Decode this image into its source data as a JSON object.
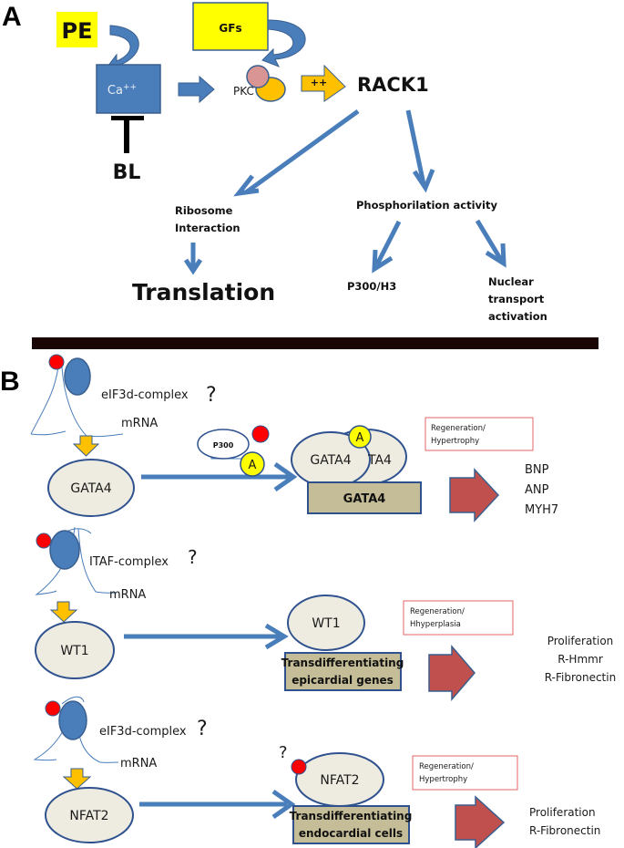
{
  "panel_a": {
    "label": "A",
    "pe": "PE",
    "gfs": "GFs",
    "calcium": "Ca",
    "calcium_sup": "++",
    "bl": "BL",
    "pkc": "PKC",
    "plusplus": "++",
    "rack1": "RACK1",
    "ribosome_line1": "Ribosome",
    "ribosome_line2": "Interaction",
    "translation": "Translation",
    "phospho": "Phosphorilation activity",
    "p300h3": "P300/H3",
    "nuclear_line1": "Nuclear",
    "nuclear_line2": "transport",
    "nuclear_line3": "activation"
  },
  "panel_b": {
    "label": "B",
    "rows": [
      {
        "complex": "eIF3d-complex",
        "question": "?",
        "mrna": "mRNA",
        "factor": "GATA4",
        "p300": "P300",
        "acetyl": "A",
        "dimer_front": "GATA4",
        "dimer_back": "TA4",
        "target_box": "GATA4",
        "outcome_line1": "Regeneration/",
        "outcome_line2": "Hypertrophy",
        "genes": [
          "BNP",
          "ANP",
          "MYH7"
        ]
      },
      {
        "complex": "ITAF-complex",
        "question": "?",
        "mrna": "mRNA",
        "factor": "WT1",
        "bound_factor": "WT1",
        "target_line1": "Transdifferentiating",
        "target_line2": "epicardial genes",
        "outcome_line1": "Regeneration/",
        "outcome_line2": "Hhyperplasia",
        "genes": [
          "Proliferation",
          "R-Hmmr",
          "R-Fibronectin"
        ]
      },
      {
        "complex": "eIF3d-complex",
        "question": "?",
        "mrna": "mRNA",
        "factor": "NFAT2",
        "bound_question": "?",
        "bound_factor": "NFAT2",
        "target_line1": "Transdifferentiating",
        "target_line2": "endocardial cells",
        "outcome_line1": "Regeneration/",
        "outcome_line2": "Hypertrophy",
        "genes": [
          "Proliferation",
          "R-Fibronectin"
        ]
      }
    ]
  },
  "colors": {
    "blue": "#4a7ebb",
    "blue_dark": "#3a5f8f",
    "yellow": "#ffff00",
    "orange": "#ffc000",
    "pink": "#d99594",
    "red": "#ff0000",
    "red_arrow": "#c0504d",
    "ellipse_fill": "#eeece1",
    "tan": "#c4bd97",
    "divider": "#1a0505",
    "outcome_border": "#e06666"
  }
}
